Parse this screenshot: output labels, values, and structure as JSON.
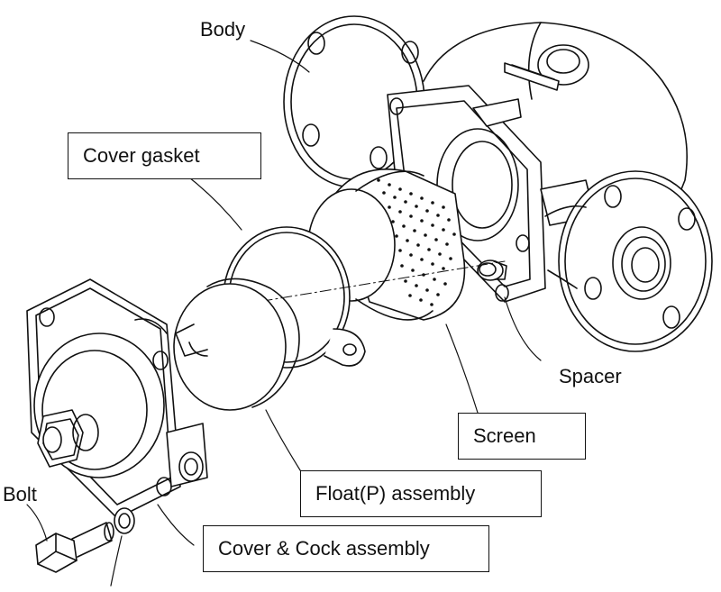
{
  "labels": {
    "body": "Body",
    "cover_gasket": "Cover gasket",
    "spacer": "Spacer",
    "screen": "Screen",
    "float_assembly": "Float(P) assembly",
    "bolt": "Bolt",
    "cover_cock_assembly": "Cover & Cock assembly"
  },
  "colors": {
    "line": "#111111",
    "background": "#ffffff"
  }
}
